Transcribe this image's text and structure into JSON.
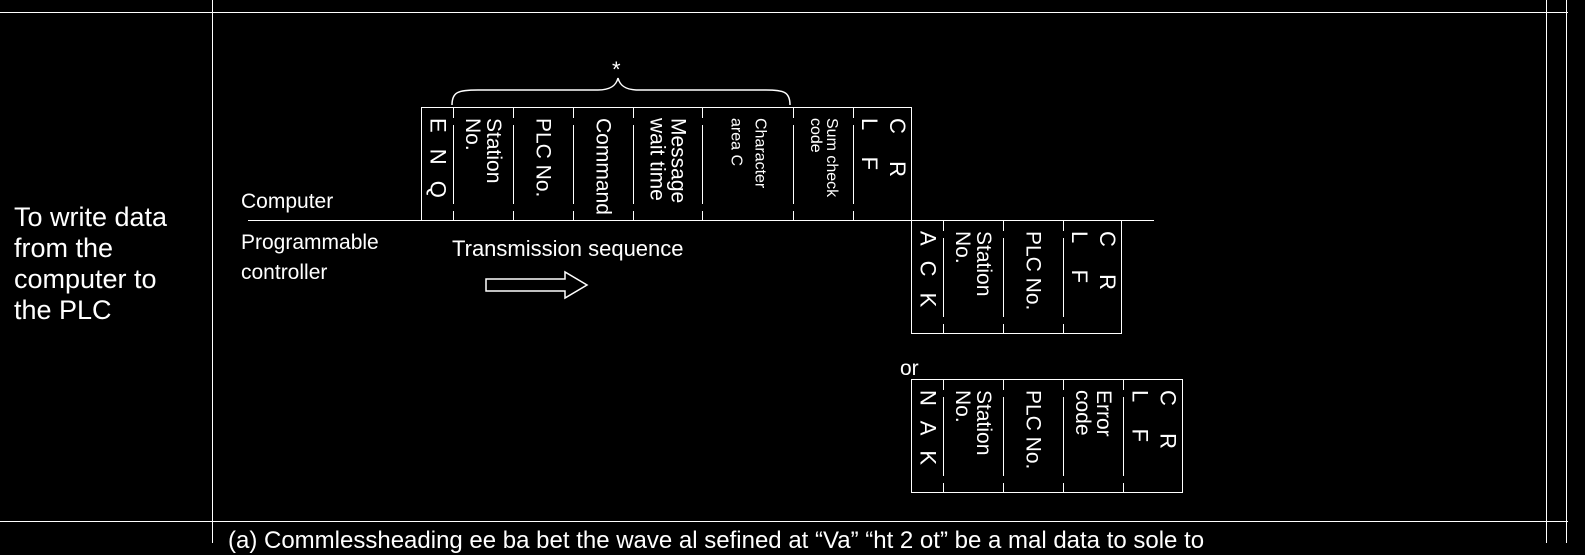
{
  "row": {
    "label": "To write data\nfrom the\ncomputer to\nthe PLC"
  },
  "diagram": {
    "asterisk": "*",
    "computer_label": "Computer",
    "plc_label": "Programmable\ncontroller",
    "sequence_label": "Transmission sequence",
    "or_label": "or",
    "command_frame": [
      {
        "id": "enq",
        "text": "E N Q",
        "style": "ctrl"
      },
      {
        "id": "station",
        "text": "Station\nNo.",
        "style": "std"
      },
      {
        "id": "plcno",
        "text": "PLC No.",
        "style": "std"
      },
      {
        "id": "command",
        "text": "Command",
        "style": "std"
      },
      {
        "id": "wait",
        "text": "Message\nwait time",
        "style": "std"
      },
      {
        "id": "char",
        "text": "Character\narea C",
        "style": "smr"
      },
      {
        "id": "sum",
        "text": "Sum check\ncode",
        "style": "sm"
      },
      {
        "id": "crlf",
        "text": "C  R\nL  F",
        "style": "ctrl"
      }
    ],
    "ack_frame": [
      {
        "id": "ack",
        "text": "A C K",
        "style": "ctrl"
      },
      {
        "id": "station",
        "text": "Station\nNo.",
        "style": "std"
      },
      {
        "id": "plcno",
        "text": "PLC No.",
        "style": "std"
      },
      {
        "id": "crlf",
        "text": "C  R\nL  F",
        "style": "ctrl"
      }
    ],
    "nak_frame": [
      {
        "id": "nak",
        "text": "N A K",
        "style": "ctrl"
      },
      {
        "id": "station",
        "text": "Station\nNo.",
        "style": "std"
      },
      {
        "id": "plcno",
        "text": "PLC No.",
        "style": "std"
      },
      {
        "id": "error",
        "text": "Error\ncode",
        "style": "std"
      },
      {
        "id": "crlf",
        "text": "C  R\nL  F",
        "style": "ctrl"
      }
    ]
  },
  "next_row_partial": "(a)  Commlessheading ee ba bet the wave al sefined at “Va”  “ht 2 ot” be a mal data to sole to"
}
